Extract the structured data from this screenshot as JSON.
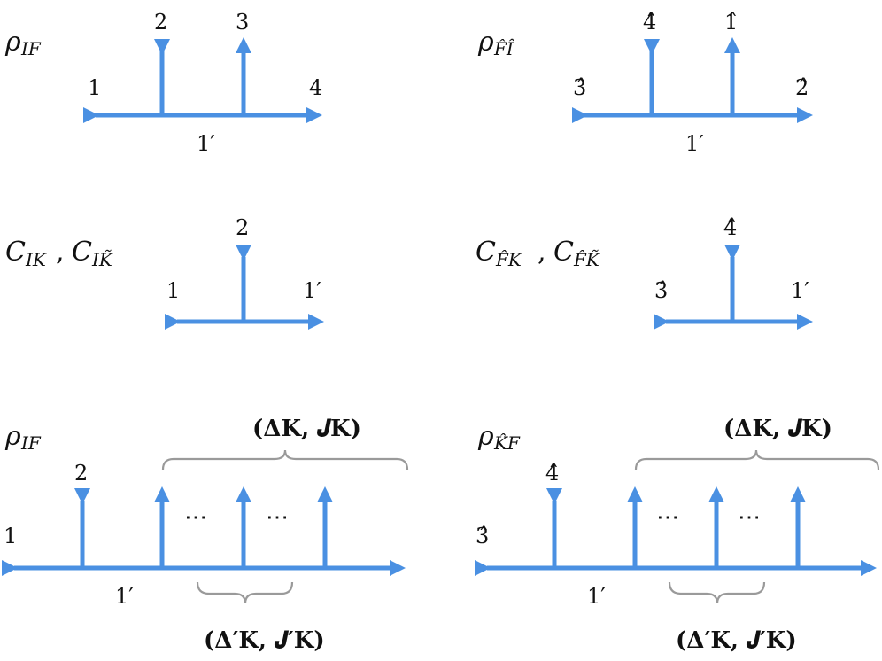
{
  "colors": {
    "line": "#4a90e2",
    "brace": "#9a9a9a",
    "text": "#111111"
  },
  "panels": {
    "rho_if_top": {
      "symbol": "ρ",
      "sub": "IF",
      "labels": {
        "in": "1",
        "v1": "2",
        "v2": "3",
        "out": "4",
        "below": "1′"
      }
    },
    "rho_fi_hat": {
      "symbol": "ρ",
      "sub": "F̂Î",
      "labels": {
        "in": "3̂",
        "v1": "4̂",
        "v2": "1̂",
        "out": "2̂",
        "below": "1′"
      }
    },
    "c_ik": {
      "title": "C",
      "sub1": "IK",
      "sub2": "IK̃",
      "labels": {
        "in": "1",
        "v1": "2",
        "out": "1′"
      }
    },
    "c_fk_hat": {
      "title": "C",
      "sub1": "F̂K",
      "sub2": "F̂K̃",
      "labels": {
        "in": "3̂",
        "v1": "4̂",
        "out": "1′"
      }
    },
    "rho_if_bottom": {
      "symbol": "ρ",
      "sub": "IF",
      "labels": {
        "in": "1",
        "v1": "2",
        "below": "1′",
        "dots1": "⋯",
        "dots2": "⋯",
        "top_brace": "(𝚫K, 𝑱K)",
        "bottom_brace": "(𝚫′K, 𝑱′K)"
      }
    },
    "rho_kf_hat": {
      "symbol": "ρ",
      "sub": "K̂F",
      "labels": {
        "in": "3̂",
        "v1": "4̂",
        "below": "1′",
        "dots1": "⋯",
        "dots2": "⋯",
        "top_brace": "(𝚫K, 𝑱K)",
        "bottom_brace": "(𝚫′K, 𝑱′K)"
      }
    }
  }
}
